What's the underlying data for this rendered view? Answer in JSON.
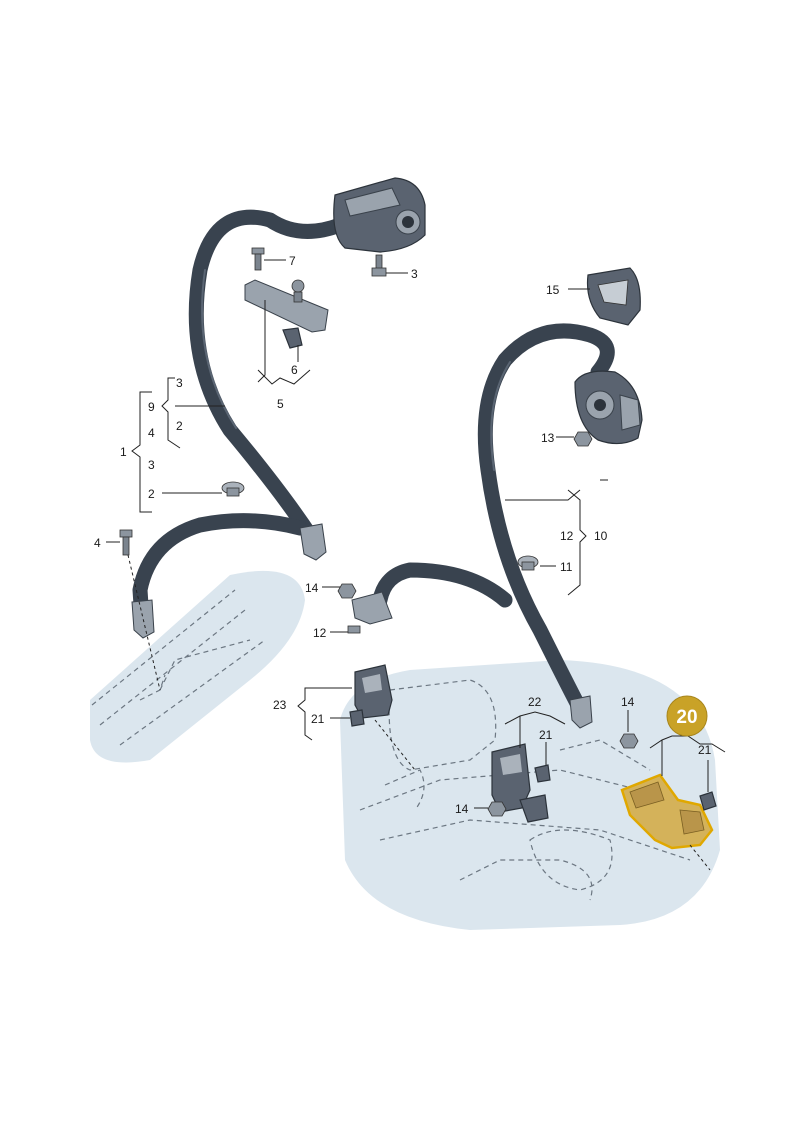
{
  "callouts": {
    "c1": "1",
    "c2a": "2",
    "c2b": "2",
    "c3a": "3",
    "c3b": "3",
    "c3c": "3",
    "c4a": "4",
    "c4b": "4",
    "c5": "5",
    "c6": "6",
    "c7": "7",
    "c9": "9",
    "c10": "10",
    "c11": "11",
    "c12a": "12",
    "c12b": "12",
    "c13": "13",
    "c14a": "14",
    "c14b": "14",
    "c14c": "14",
    "c15": "15",
    "c21a": "21",
    "c21b": "21",
    "c21c": "21",
    "c22": "22",
    "c23": "23"
  },
  "highlight": {
    "label": "20",
    "color": "#c9a227"
  },
  "colors": {
    "belt": "#39434f",
    "seat_fill": "#dbe6ee",
    "highlight_part": "#d4b25a",
    "highlight_outline": "#e0a800"
  }
}
